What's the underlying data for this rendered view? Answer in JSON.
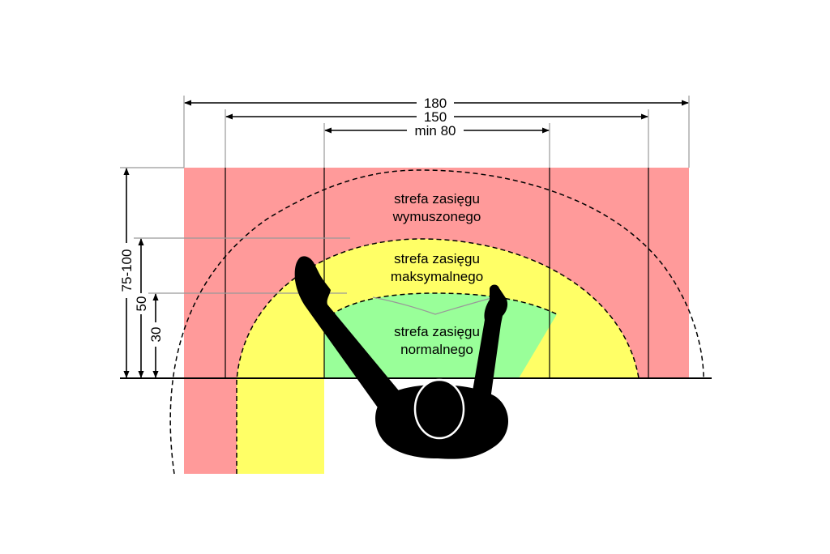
{
  "dimensions": {
    "width_180": "180",
    "width_150": "150",
    "width_min80": "min 80",
    "depth_75_100": "75-100",
    "depth_50": "50",
    "depth_30": "30"
  },
  "zones": {
    "extended": {
      "line1": "strefa zasięgu",
      "line2": "wymuszonego"
    },
    "maximum": {
      "line1": "strefa zasięgu",
      "line2": "maksymalnego"
    },
    "normal": {
      "line1": "strefa zasięgu",
      "line2": "normalnego"
    }
  },
  "colors": {
    "extended_zone": "#ff9a9a",
    "maximum_zone": "#ffff66",
    "normal_zone": "#99ff99",
    "figure": "#000000"
  }
}
